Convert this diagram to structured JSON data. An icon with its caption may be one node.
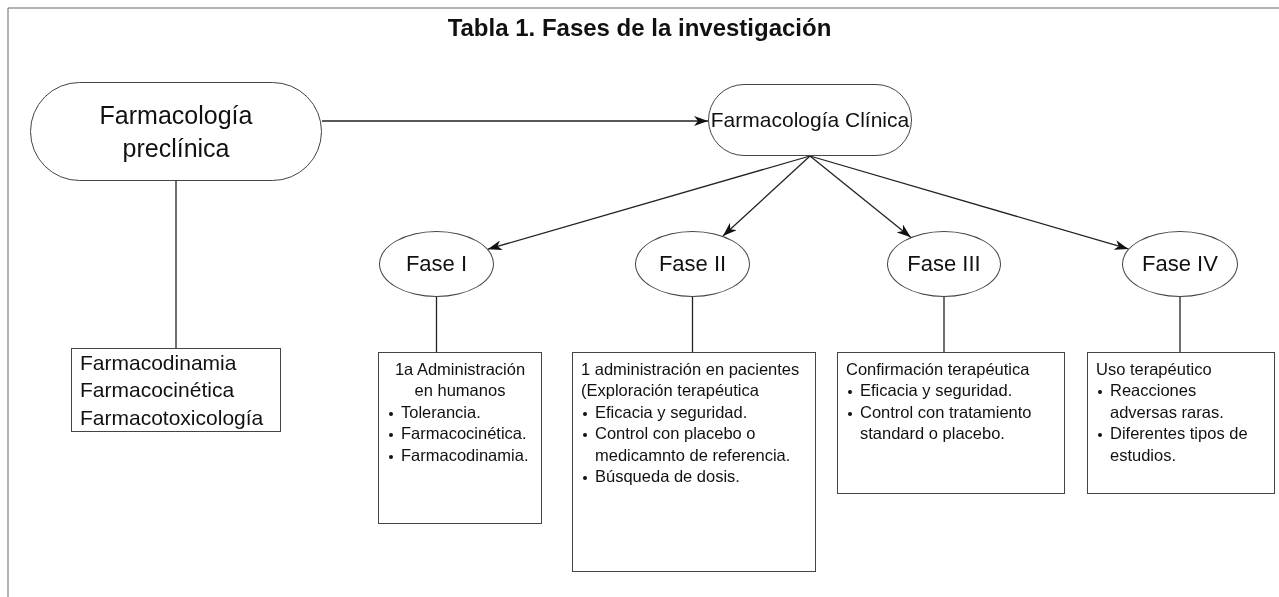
{
  "diagram": {
    "title": "Tabla 1. Fases de la investigación",
    "nodes": [
      {
        "text": [
          "Farmacología preclínica"
        ]
      },
      {
        "text": [
          "Farmacología Clínica"
        ]
      },
      {
        "text": [
          "Farmacodinamia",
          "Farmacocinética",
          "Farmacotoxicología"
        ]
      },
      {
        "text": [
          "Fase I"
        ]
      },
      {
        "text": [
          "Fase II"
        ]
      },
      {
        "text": [
          "Fase III"
        ]
      },
      {
        "text": [
          "Fase IV"
        ]
      },
      {
        "text": [
          "1a Administración en humanos",
          "Tolerancia.",
          "Farmacocinética.",
          "Farmacodinamia."
        ]
      },
      {
        "text": [
          "1 administración en pacientes (Exploración terapéutica",
          "Eficacia y seguridad.",
          "Control con placebo o medicamnto de referencia.",
          "Búsqueda de dosis."
        ]
      },
      {
        "text": [
          "Confirmación terapéutica",
          "Eficacia y seguridad.",
          "Control con tratamiento standard o placebo."
        ]
      },
      {
        "text": [
          "Uso terapéutico",
          "Reacciones adversas raras.",
          "Diferentes tipos de estudios."
        ]
      }
    ],
    "edges": [
      {
        "from": 0,
        "to": 1,
        "arrow": "to"
      },
      {
        "from": 0,
        "to": 2,
        "arrow": "none"
      },
      {
        "from": 1,
        "to": 3,
        "arrow": "to"
      },
      {
        "from": 1,
        "to": 4,
        "arrow": "to"
      },
      {
        "from": 1,
        "to": 5,
        "arrow": "to"
      },
      {
        "from": 1,
        "to": 6,
        "arrow": "to"
      },
      {
        "from": 3,
        "to": 7,
        "arrow": "none"
      },
      {
        "from": 4,
        "to": 8,
        "arrow": "none"
      },
      {
        "from": 5,
        "to": 9,
        "arrow": "none"
      },
      {
        "from": 6,
        "to": 10,
        "arrow": "none"
      }
    ]
  }
}
